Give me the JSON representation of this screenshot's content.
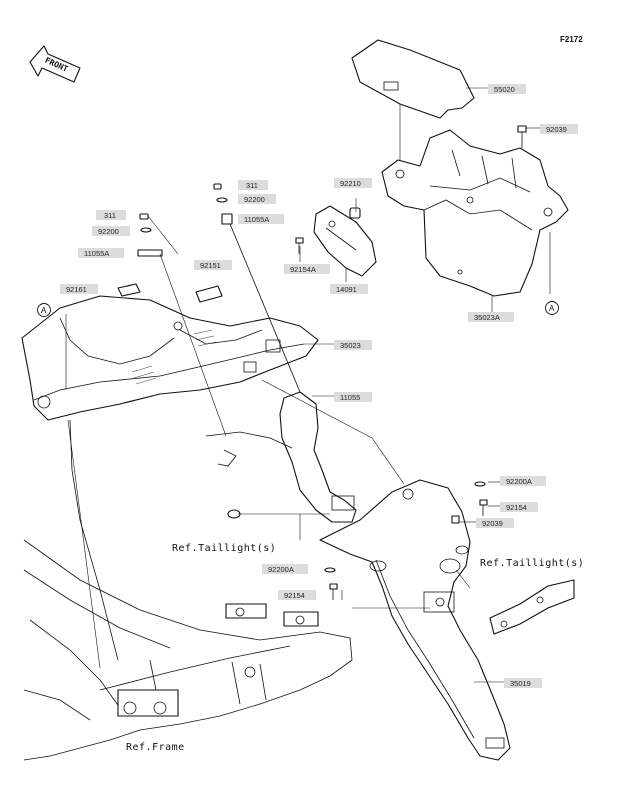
{
  "figure_number": "F2172",
  "front_label": "FRONT",
  "callout_marker": "A",
  "colors": {
    "ink": "#111111",
    "label_box": "#dcdcdc",
    "background": "#ffffff"
  },
  "part_labels": [
    {
      "id": "55020",
      "text": "55020"
    },
    {
      "id": "92039-top",
      "text": "92039"
    },
    {
      "id": "92210",
      "text": "92210"
    },
    {
      "id": "311-right",
      "text": "311"
    },
    {
      "id": "92200-right",
      "text": "92200"
    },
    {
      "id": "11055a-right",
      "text": "11055A"
    },
    {
      "id": "311-left",
      "text": "311"
    },
    {
      "id": "92200-left",
      "text": "92200"
    },
    {
      "id": "11055a-left",
      "text": "11055A"
    },
    {
      "id": "92151",
      "text": "92151"
    },
    {
      "id": "92161",
      "text": "92161"
    },
    {
      "id": "92154a",
      "text": "92154A"
    },
    {
      "id": "14091",
      "text": "14091"
    },
    {
      "id": "35023a",
      "text": "35023A"
    },
    {
      "id": "35023",
      "text": "35023"
    },
    {
      "id": "11055",
      "text": "11055"
    },
    {
      "id": "92200a-right",
      "text": "92200A"
    },
    {
      "id": "92154-right",
      "text": "92154"
    },
    {
      "id": "92039-mid",
      "text": "92039"
    },
    {
      "id": "92200a-left",
      "text": "92200A"
    },
    {
      "id": "92154-left",
      "text": "92154"
    },
    {
      "id": "35019",
      "text": "35019"
    }
  ],
  "references": {
    "taillight_left": "Ref.Taillight(s)",
    "taillight_right": "Ref.Taillight(s)",
    "frame": "Ref.Frame"
  }
}
